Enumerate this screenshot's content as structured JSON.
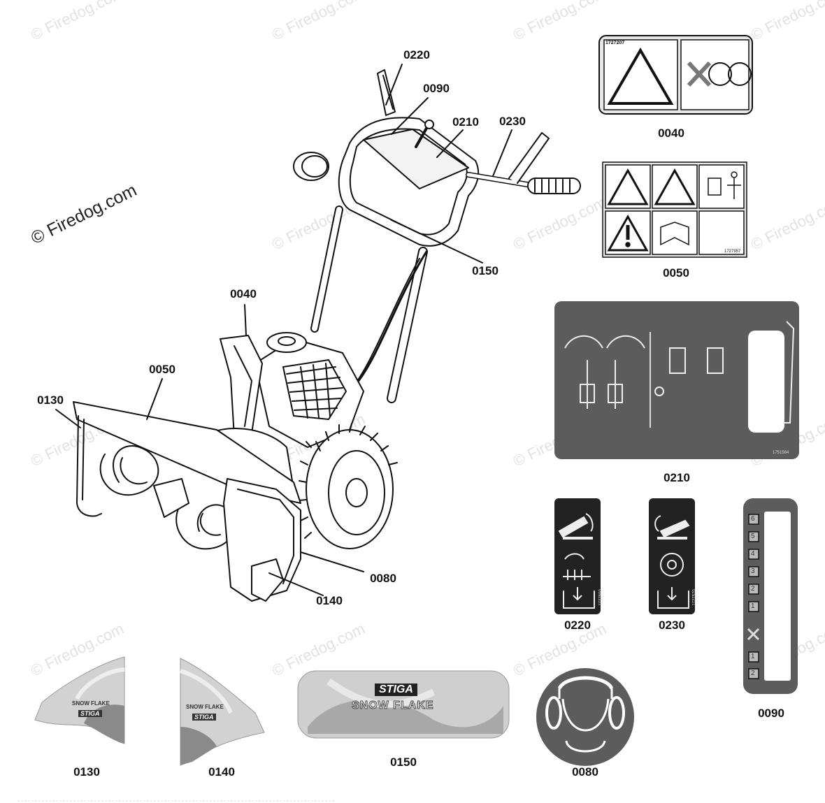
{
  "watermark": {
    "main": "© Firedog.com",
    "repeat": "© Firedog.com"
  },
  "callouts": {
    "c0220": "0220",
    "c0090": "0090",
    "c0210": "0210",
    "c0230": "0230",
    "c0150": "0150",
    "c0040": "0040",
    "c0050": "0050",
    "c0130": "0130",
    "c0080": "0080",
    "c0140": "0140"
  },
  "decal_labels": {
    "d0040": "0040",
    "d0050": "0050",
    "d0210": "0210",
    "d0220": "0220",
    "d0230": "0230",
    "d0090": "0090",
    "d0130": "0130",
    "d0140": "0140",
    "d0150": "0150",
    "d0080": "0080"
  },
  "decal_text": {
    "part_no_0040": "1727207",
    "part_no_0050": "1727957",
    "part_no_0210": "1751584",
    "part_no_0220": "1727600",
    "part_no_0230": "1727570",
    "brand": "STIGA",
    "model": "SNOW FLAKE",
    "gears": [
      "6",
      "5",
      "4",
      "3",
      "2",
      "1",
      "1",
      "2"
    ]
  },
  "colors": {
    "decal_dark": "#5c5c5c",
    "decal_light": "#cfcfcf",
    "line": "#111111"
  }
}
